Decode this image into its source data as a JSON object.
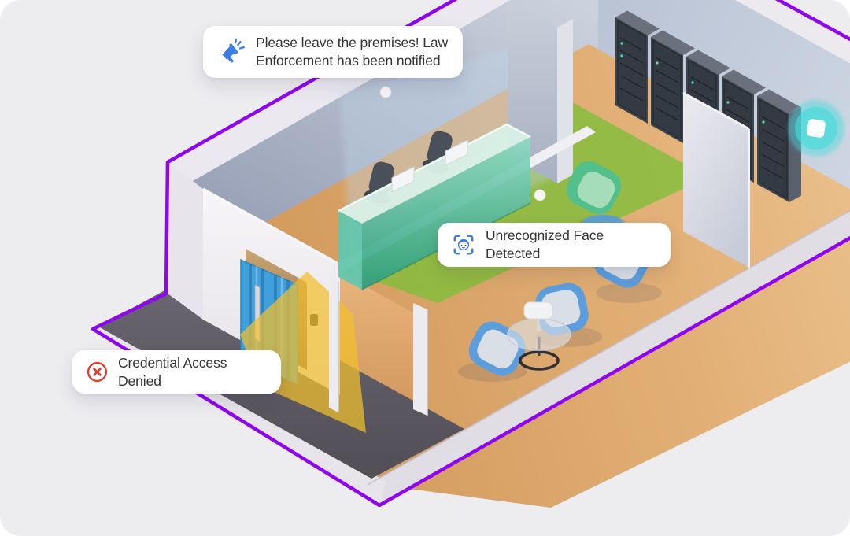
{
  "callouts": {
    "announcement": {
      "icon": "megaphone-icon",
      "text": "Please leave the premises! Law Enforcement has been notified"
    },
    "face_detection": {
      "icon": "face-scan-icon",
      "text": "Unrecognized Face Detected"
    },
    "credential": {
      "icon": "x-circle-icon",
      "text": "Credential Access Denied"
    }
  },
  "palette": {
    "background": "#EDECEF",
    "perimeter_purple": "#8F06EE",
    "alert_blue": "#3B7DE3",
    "alert_red": "#E23B27",
    "text_dark": "#333437",
    "zone_green": "#7FBE3A",
    "cone_yellow": "#F2BF2D",
    "door_blue": "#3FA0DC",
    "sensor_cyan": "#45DCDC",
    "desk_teal": "#36B28C",
    "chair_blue": "#5C9EDC",
    "floor_wood": "#DFA96E",
    "walkway_gray": "#5C5960",
    "wall_blue": "#C5CFDD"
  }
}
